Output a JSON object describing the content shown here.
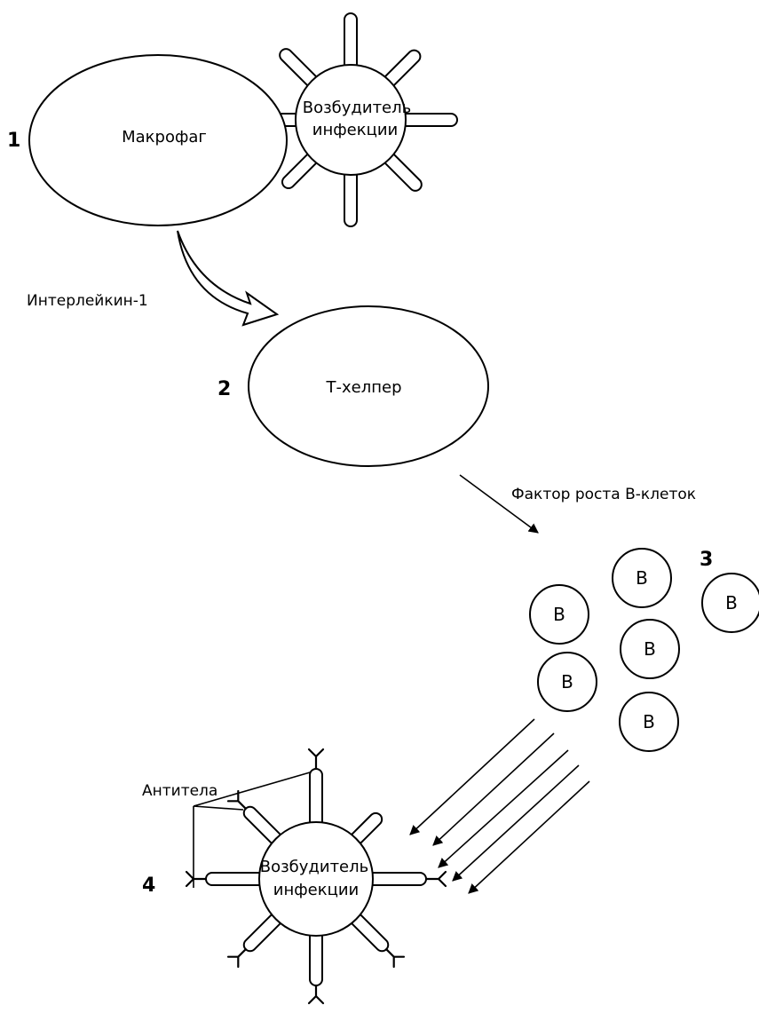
{
  "steps": [
    "1",
    "2",
    "3",
    "4"
  ],
  "cells": {
    "macrophage": "Макрофаг",
    "pathogen_line1": "Возбудитель",
    "pathogen_line2": "инфекции",
    "t_helper": "Т-хелпер",
    "b_cell": "B"
  },
  "signals": {
    "interleukin": "Интерлейкин-1",
    "growth_factor": "Фактор роста В-клеток"
  },
  "antibodies_label": "Антитела",
  "colors": {
    "ink": "#000000",
    "background": "#ffffff"
  }
}
